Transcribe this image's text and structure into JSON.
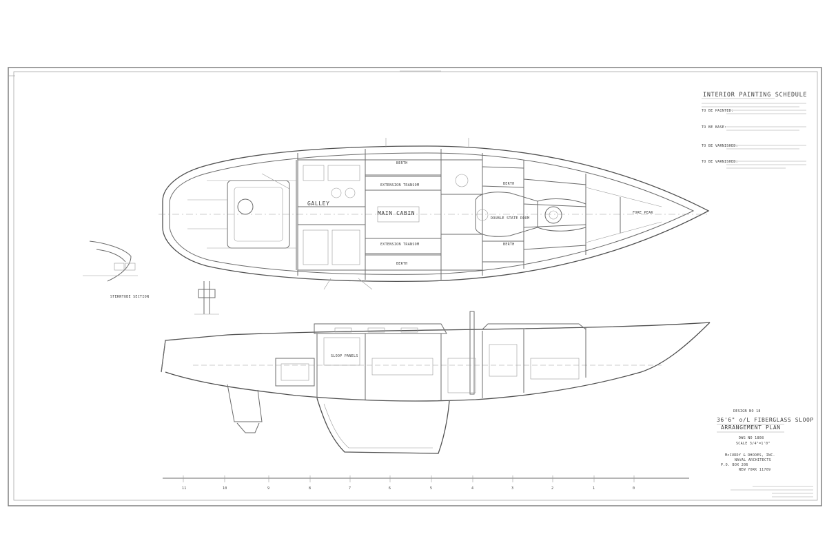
{
  "paint_schedule": {
    "heading": "INTERIOR PAINTING SCHEDULE",
    "rows": [
      {
        "label": "TO BE PAINTED:"
      },
      {
        "label": "TO BE BASE:"
      },
      {
        "label": "TO BE VARNISHED:"
      },
      {
        "label": "TO BE VARNISHED:"
      }
    ]
  },
  "plan_labels": {
    "main_cabin": "MAIN CABIN",
    "galley": "GALLEY",
    "double_stateroom": "DOUBLE STATE ROOM",
    "berth_upper": "BERTH",
    "berth_lower": "BERTH",
    "berth_forward": "BERTH",
    "berth_forward_lower": "BERTH",
    "fore_peak": "FORE PEAK",
    "stbd_trans": "EXTENSION TRANSOM",
    "port_trans": "EXTENSION TRANSOM",
    "sterntube_section": "STERNTUBE SECTION"
  },
  "profile_labels": {
    "sloop_panels": "SLOOP PANELS"
  },
  "title_block": {
    "design_no": "DESIGN NO 18",
    "title_line1": "36'6\" o/L FIBERGLASS SLOOP",
    "title_line2": "ARRANGEMENT PLAN",
    "dwg_no": "DWG NO 1808",
    "scale": "SCALE 3/4\"=1'0\"",
    "firm": "McCURDY & RHODES, INC.",
    "firm_sub": "NAVAL ARCHITECTS",
    "address1": "P.O. BOX 206",
    "address2": "NEW YORK 11709"
  },
  "stations": [
    "11",
    "10",
    "9",
    "8",
    "7",
    "6",
    "5",
    "4",
    "3",
    "2",
    "1",
    "0"
  ]
}
